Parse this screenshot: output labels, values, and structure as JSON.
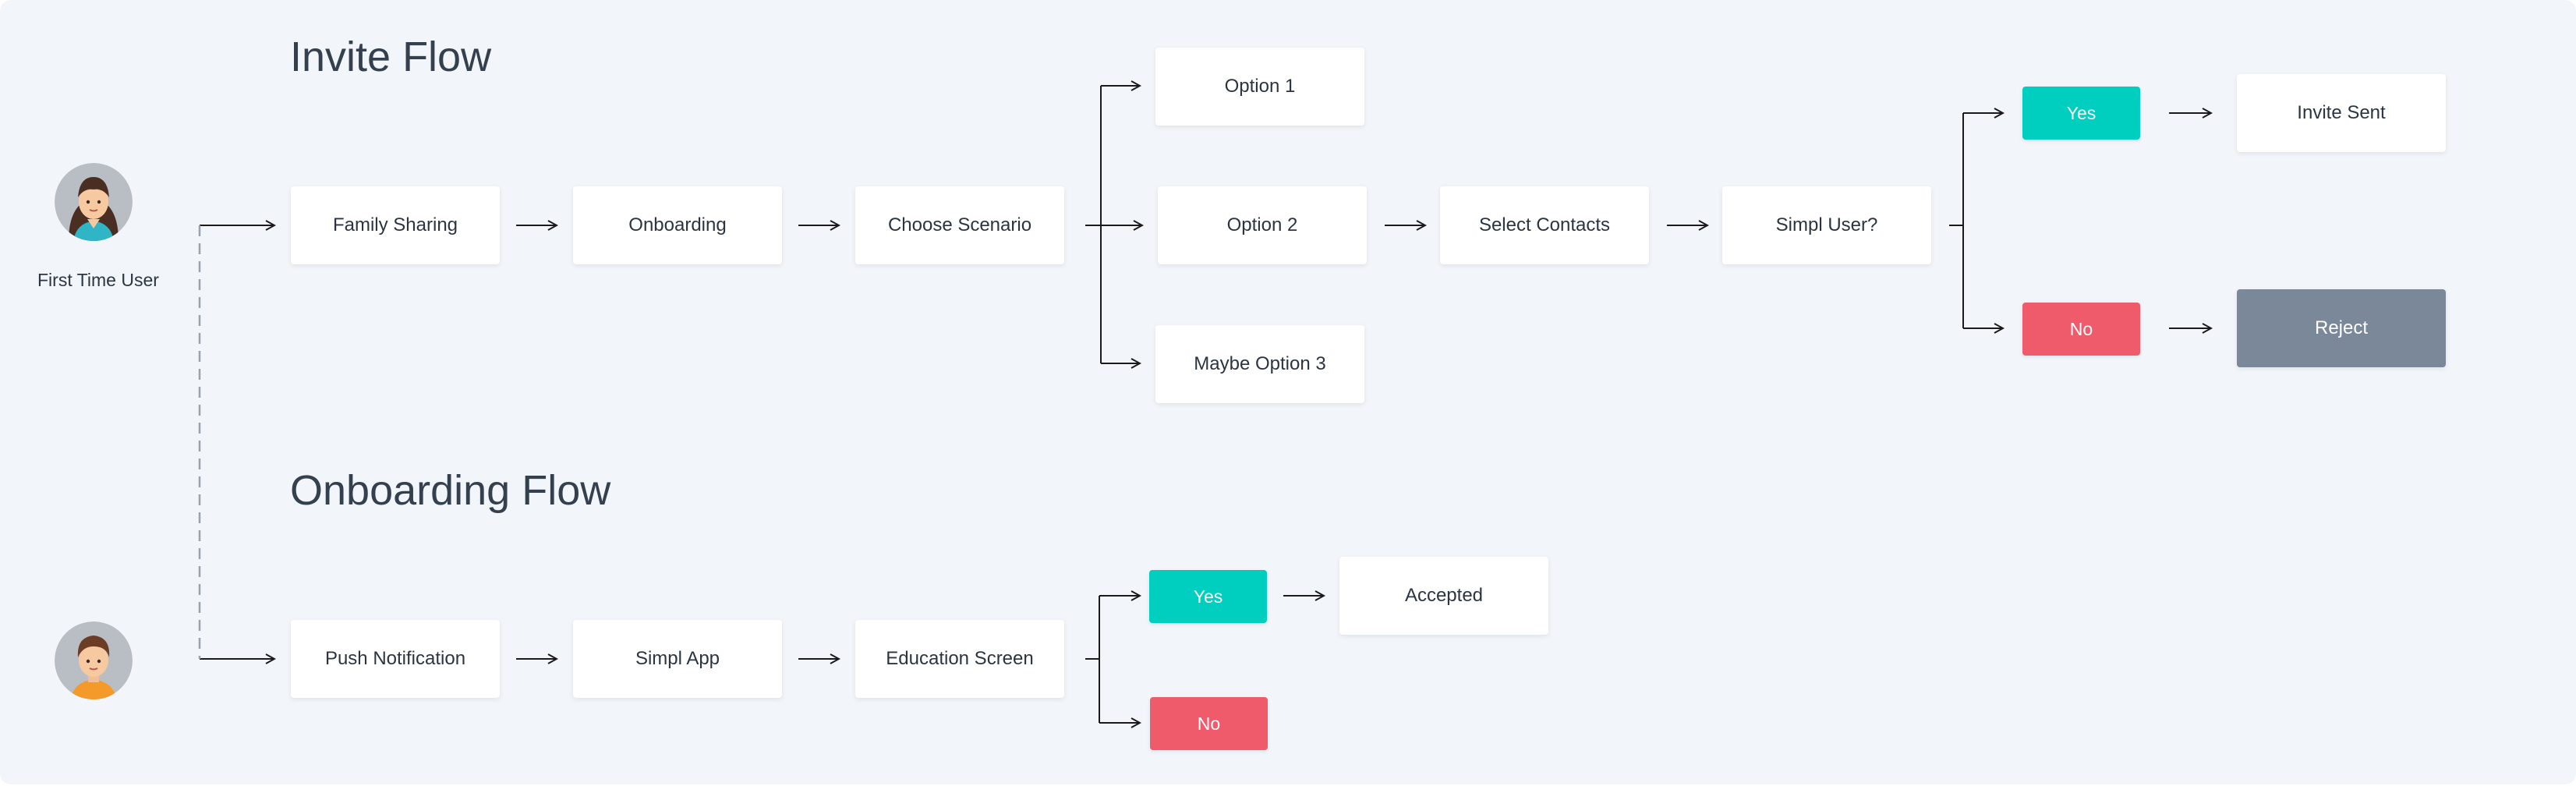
{
  "colors": {
    "background": "#f2f5f9",
    "yes": "#00cfbf",
    "no": "#f05b6c",
    "reject": "#7a8899",
    "line": "#1a1a1a",
    "dashed": "#9aa3ad"
  },
  "invite_flow": {
    "title": "Invite Flow",
    "user_label": "First Time User",
    "steps": [
      "Family Sharing",
      "Onboarding",
      "Choose Scenario"
    ],
    "options": [
      "Option 1",
      "Option 2",
      "Maybe Option 3"
    ],
    "select_contacts": "Select Contacts",
    "decision": "Simpl User?",
    "yes": "Yes",
    "no": "No",
    "invite_sent": "Invite Sent",
    "reject": "Reject"
  },
  "onboarding_flow": {
    "title": "Onboarding Flow",
    "steps": [
      "Push Notification",
      "Simpl App",
      "Education Screen"
    ],
    "yes": "Yes",
    "no": "No",
    "accepted": "Accepted"
  }
}
